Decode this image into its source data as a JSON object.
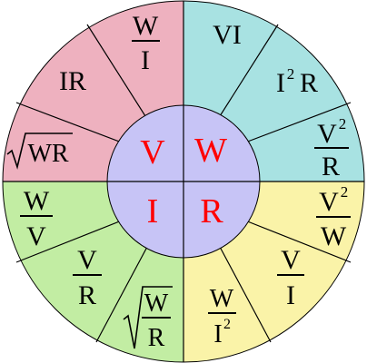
{
  "colors": {
    "voltage": "#eeb1bf",
    "power": "#a8e2e2",
    "current": "#c2eda3",
    "resistance": "#faf3a8",
    "center": "#c7c4f6",
    "center_text": "#ff0000",
    "stroke": "#000000"
  },
  "center": {
    "voltage": "V",
    "power": "W",
    "current": "I",
    "resistance": "R"
  },
  "voltage_formulas": {
    "w_over_i_num": "W",
    "w_over_i_den": "I",
    "ir": "IR",
    "sqrt_wr": "WR"
  },
  "power_formulas": {
    "vi": "VI",
    "i2r_base": "I",
    "i2r_exp": "2",
    "i2r_tail": "R",
    "v2_over_r_num_base": "V",
    "v2_over_r_num_exp": "2",
    "v2_over_r_den": "R"
  },
  "current_formulas": {
    "w_over_v_num": "W",
    "w_over_v_den": "V",
    "v_over_r_num": "V",
    "v_over_r_den": "R",
    "sqrt_w_over_r_num": "W",
    "sqrt_w_over_r_den": "R"
  },
  "resistance_formulas": {
    "v2_over_w_num_base": "V",
    "v2_over_w_num_exp": "2",
    "v2_over_w_den": "W",
    "v_over_i_num": "V",
    "v_over_i_den": "I",
    "w_over_i2_num": "W",
    "w_over_i2_den_base": "I",
    "w_over_i2_den_exp": "2"
  }
}
